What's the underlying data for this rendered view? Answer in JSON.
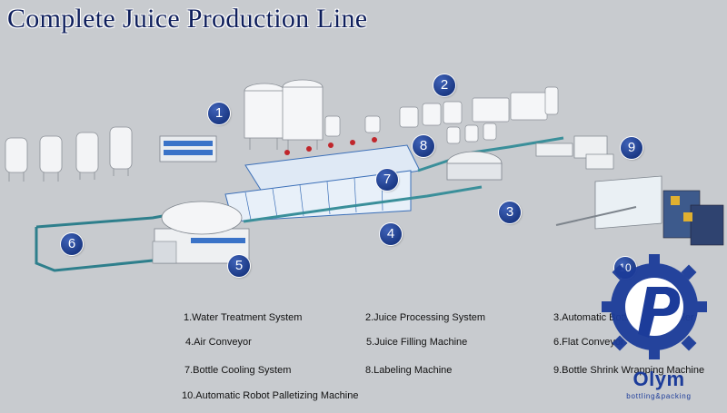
{
  "title": "Complete Juice Production Line",
  "badges": [
    "1",
    "2",
    "3",
    "4",
    "5",
    "6",
    "7",
    "8",
    "9",
    "10"
  ],
  "legend": [
    "1.Water Treatment System",
    "2.Juice Processing System",
    "3.Automatic Bottle Unscrambler",
    "4.Air Conveyor",
    "5.Juice Filling Machine",
    "6.Flat Conveyor",
    "7.Bottle Cooling System",
    "8.Labeling Machine",
    "9.Bottle Shrink Wrapping Machine",
    "10.Automatic Robot Palletizing Machine"
  ],
  "brand": {
    "name": "Olym",
    "tagline": "bottling&packing"
  },
  "colors": {
    "badge": "#1c3a86",
    "title": "#0f1f5c",
    "brand": "#1c3c9a",
    "background": "#c8cbcf"
  }
}
